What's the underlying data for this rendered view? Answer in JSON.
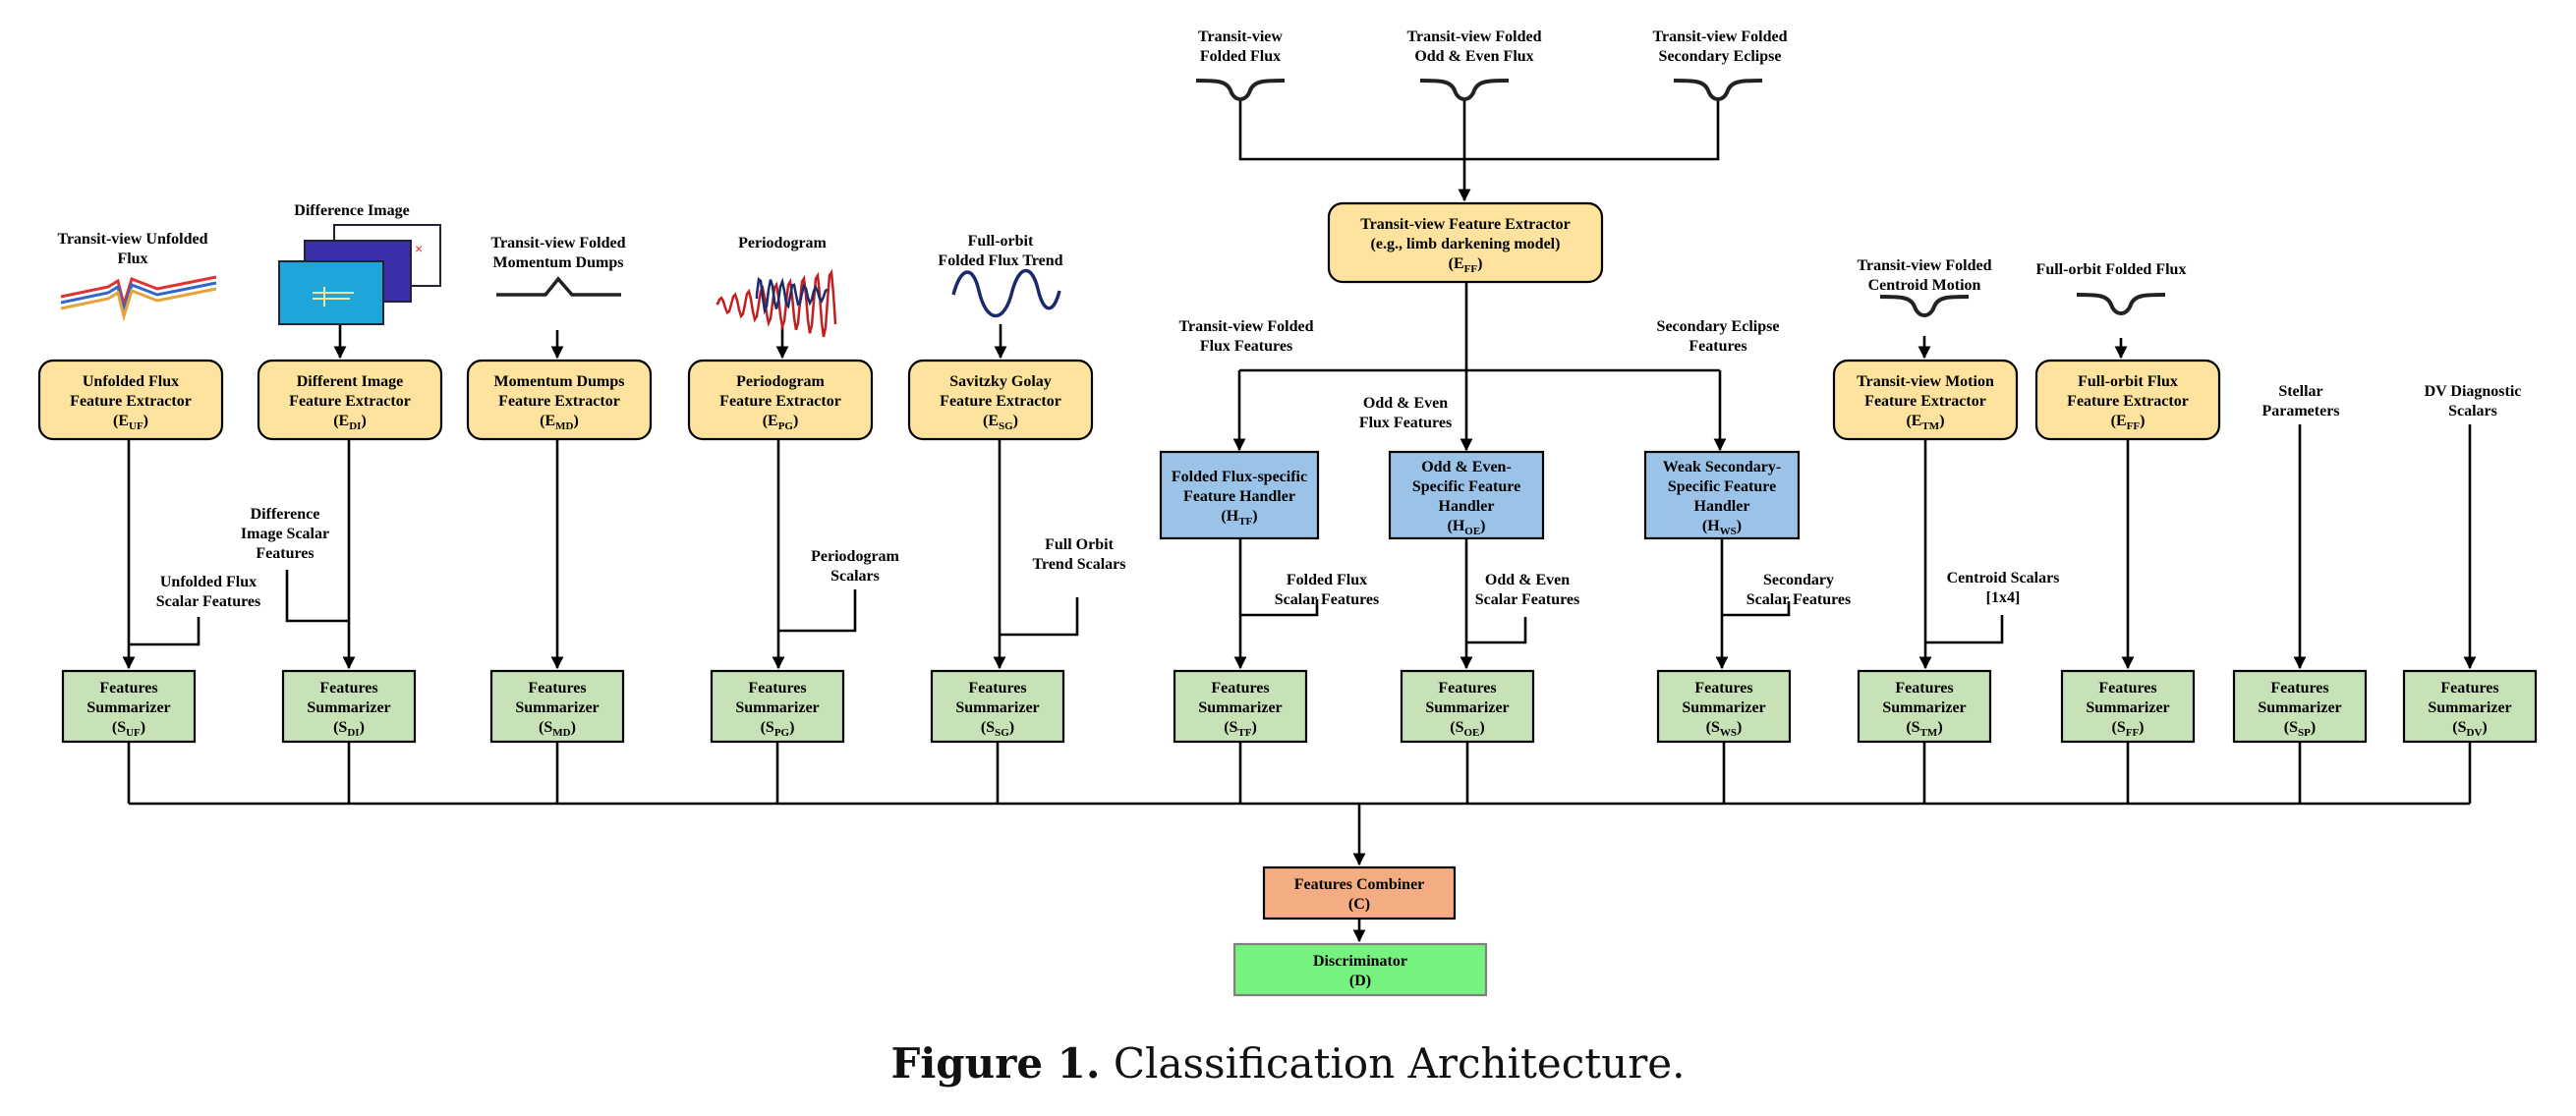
{
  "inputs": {
    "tv_folded_flux": [
      "Transit-view",
      "Folded Flux"
    ],
    "tv_odd_even": [
      "Transit-view Folded",
      "Odd & Even Flux"
    ],
    "tv_secondary": [
      "Transit-view Folded",
      "Secondary Eclipse"
    ],
    "tv_unfolded": [
      "Transit-view Unfolded",
      "Flux"
    ],
    "diff_image": [
      "Difference Image"
    ],
    "momentum": [
      "Transit-view Folded",
      "Momentum Dumps"
    ],
    "periodogram": [
      "Periodogram"
    ],
    "full_orbit_trend": [
      "Full-orbit",
      "Folded Flux Trend"
    ],
    "centroid": [
      "Transit-view Folded",
      "Centroid Motion"
    ],
    "full_orbit_flux": [
      "Full-orbit Folded Flux"
    ],
    "stellar": [
      "Stellar",
      "Parameters"
    ],
    "dv": [
      "DV Diagnostic",
      "Scalars"
    ]
  },
  "extractors": {
    "central": {
      "lines": [
        "Transit-view Feature Extractor",
        "(e.g.,  limb darkening model)"
      ],
      "sym": "E",
      "sub": "FF"
    },
    "uf": {
      "lines": [
        "Unfolded Flux",
        "Feature Extractor"
      ],
      "sym": "E",
      "sub": "UF"
    },
    "di": {
      "lines": [
        "Different Image",
        "Feature Extractor"
      ],
      "sym": "E",
      "sub": "DI"
    },
    "md": {
      "lines": [
        "Momentum Dumps",
        "Feature Extractor"
      ],
      "sym": "E",
      "sub": "MD"
    },
    "pg": {
      "lines": [
        "Periodogram",
        "Feature Extractor"
      ],
      "sym": "E",
      "sub": "PG"
    },
    "sg": {
      "lines": [
        "Savitzky Golay",
        "Feature Extractor"
      ],
      "sym": "E",
      "sub": "SG"
    },
    "tm": {
      "lines": [
        "Transit-view Motion",
        "Feature Extractor"
      ],
      "sym": "E",
      "sub": "TM"
    },
    "ff": {
      "lines": [
        "Full-orbit Flux",
        "Feature Extractor"
      ],
      "sym": "E",
      "sub": "FF"
    }
  },
  "handlers": {
    "tf": {
      "lines": [
        "Folded Flux-specific",
        "Feature Handler"
      ],
      "sym": "H",
      "sub": "TF"
    },
    "oe": {
      "lines": [
        "Odd & Even-",
        "Specific Feature",
        "Handler"
      ],
      "sym": "H",
      "sub": "OE"
    },
    "ws": {
      "lines": [
        "Weak Secondary-",
        "Specific Feature",
        "Handler"
      ],
      "sym": "H",
      "sub": "WS"
    }
  },
  "feature_labels": {
    "tv_folded_features": [
      "Transit-view Folded",
      "Flux Features"
    ],
    "odd_even_features": [
      "Odd & Even",
      "Flux Features"
    ],
    "secondary_features": [
      "Secondary Eclipse",
      "Features"
    ],
    "unfolded_scalars": [
      "Unfolded Flux",
      "Scalar Features"
    ],
    "diff_scalars": [
      "Difference",
      "Image Scalar",
      "Features"
    ],
    "pg_scalars": [
      "Periodogram",
      "Scalars"
    ],
    "trend_scalars": [
      "Full Orbit",
      "Trend Scalars"
    ],
    "ff_scalars": [
      "Folded Flux",
      "Scalar Features"
    ],
    "oe_scalars": [
      "Odd & Even",
      "Scalar Features"
    ],
    "secondary_scalars": [
      "Secondary",
      "Scalar Features"
    ],
    "centroid_scalars": [
      "Centroid Scalars",
      "[1x4]"
    ]
  },
  "summarizer_lines": [
    "Features",
    "Summarizer"
  ],
  "summarizers": [
    {
      "sym": "S",
      "sub": "UF"
    },
    {
      "sym": "S",
      "sub": "DI"
    },
    {
      "sym": "S",
      "sub": "MD"
    },
    {
      "sym": "S",
      "sub": "PG"
    },
    {
      "sym": "S",
      "sub": "SG"
    },
    {
      "sym": "S",
      "sub": "TF"
    },
    {
      "sym": "S",
      "sub": "OE"
    },
    {
      "sym": "S",
      "sub": "WS"
    },
    {
      "sym": "S",
      "sub": "TM"
    },
    {
      "sym": "S",
      "sub": "FF"
    },
    {
      "sym": "S",
      "sub": "SP"
    },
    {
      "sym": "S",
      "sub": "DV"
    }
  ],
  "combiner": {
    "line": "Features Combiner",
    "sym": "C"
  },
  "discriminator": {
    "line": "Discriminator",
    "sym": "D"
  },
  "caption": {
    "prefix": "Figure 1.",
    "text": "Classification Architecture."
  },
  "colors": {
    "extractor": "#fde39d",
    "handler": "#9bc3e8",
    "summarizer": "#c7e2b6",
    "combiner": "#f4ad82",
    "discriminator": "#76f27f"
  }
}
